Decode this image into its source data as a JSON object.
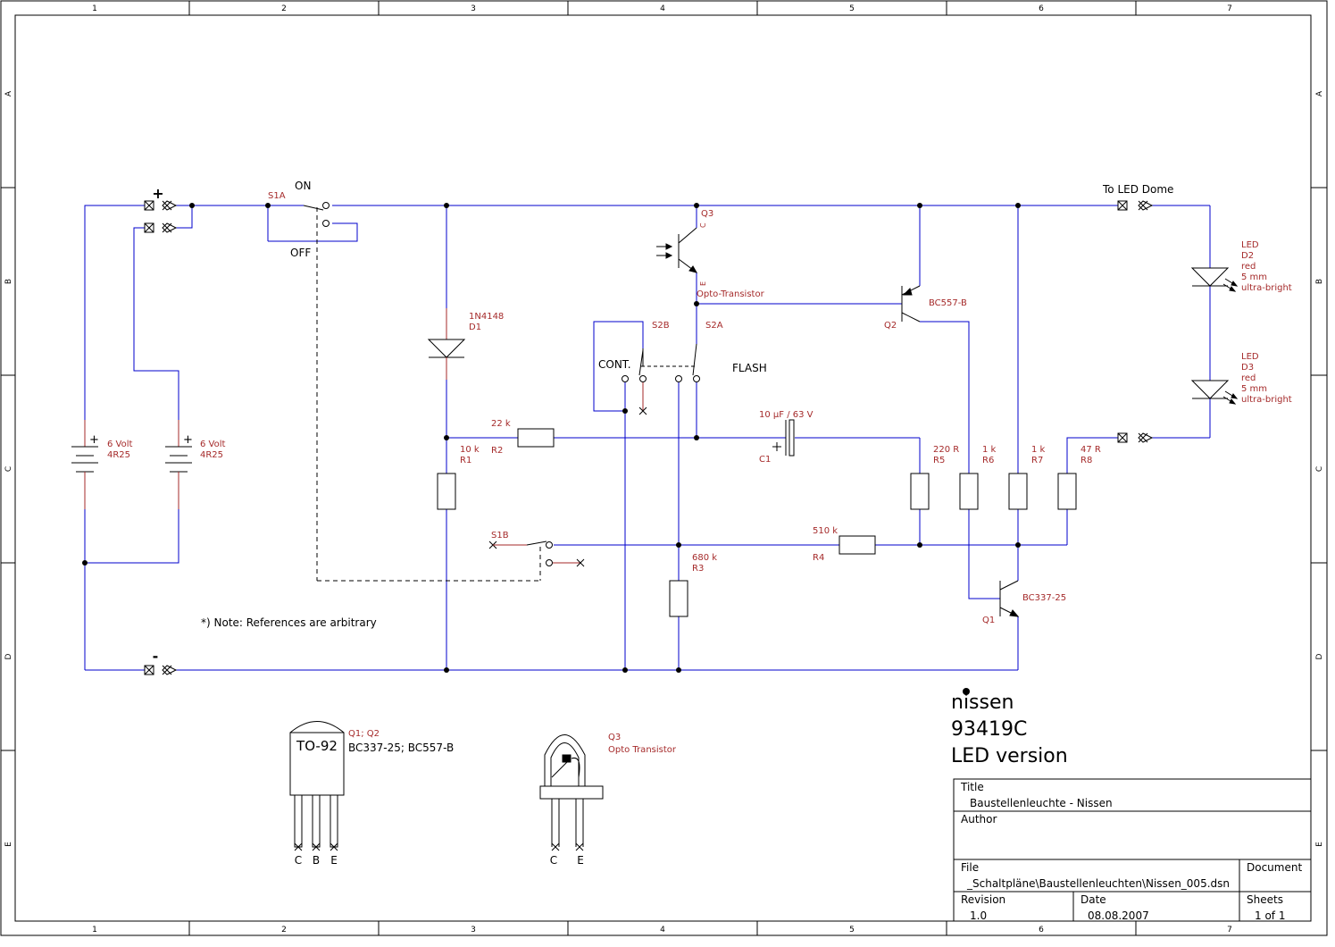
{
  "frame": {
    "columns": [
      "1",
      "2",
      "3",
      "4",
      "5",
      "6",
      "7"
    ],
    "rows": [
      "A",
      "B",
      "C",
      "D",
      "E"
    ]
  },
  "colors": {
    "wire": "#0000cc",
    "component_label": "#a52a2a",
    "outline": "#000000"
  },
  "labels": {
    "plus": "+",
    "minus": "-",
    "switch_on": "ON",
    "switch_off": "OFF",
    "s1a": "S1A",
    "s1b": "S1B",
    "s2a": "S2A",
    "s2b": "S2B",
    "cont": "CONT.",
    "flash": "FLASH",
    "to_led_dome": "To LED Dome",
    "note": "*) Note: References are arbitrary"
  },
  "components": {
    "bat1": {
      "value": "6 Volt",
      "type": "4R25"
    },
    "bat2": {
      "value": "6 Volt",
      "type": "4R25"
    },
    "d1": {
      "ref": "D1",
      "value": "1N4148"
    },
    "r1": {
      "ref": "R1",
      "value": "10 k"
    },
    "r2": {
      "ref": "R2",
      "value": "22 k"
    },
    "r3": {
      "ref": "R3",
      "value": "680 k"
    },
    "r4": {
      "ref": "R4",
      "value": "510 k"
    },
    "r5": {
      "ref": "R5",
      "value": "220 R"
    },
    "r6": {
      "ref": "R6",
      "value": "1 k"
    },
    "r7": {
      "ref": "R7",
      "value": "1 k"
    },
    "r8": {
      "ref": "R8",
      "value": "47 R"
    },
    "c1": {
      "ref": "C1",
      "value": "10 µF / 63 V"
    },
    "q1": {
      "ref": "Q1",
      "value": "BC337-25"
    },
    "q2": {
      "ref": "Q2",
      "value": "BC557-B"
    },
    "q3": {
      "ref": "Q3",
      "value": "Opto-Transistor",
      "pin_c": "C",
      "pin_e": "E"
    },
    "d2": {
      "l1": "LED",
      "ref": "D2",
      "color": "red",
      "size": "5 mm",
      "desc": "ultra-bright"
    },
    "d3": {
      "l1": "LED",
      "ref": "D3",
      "color": "red",
      "size": "5 mm",
      "desc": "ultra-bright"
    }
  },
  "packages": {
    "to92": {
      "name": "TO-92",
      "refs": "Q1; Q2",
      "parts": "BC337-25; BC557-B",
      "pins": [
        "C",
        "B",
        "E"
      ]
    },
    "opto": {
      "ref": "Q3",
      "desc": "Opto Transistor",
      "pins": [
        "C",
        "E"
      ]
    }
  },
  "brand": {
    "logo": "nissen",
    "model": "93419C",
    "version": "LED version"
  },
  "title_block": {
    "title_label": "Title",
    "title": "Baustellenleuchte - Nissen",
    "author_label": "Author",
    "author": "",
    "file_label": "File",
    "file": "_Schaltpläne\\Baustellenleuchten\\Nissen_005.dsn",
    "document_label": "Document",
    "revision_label": "Revision",
    "revision": "1.0",
    "date_label": "Date",
    "date": "08.08.2007",
    "sheets_label": "Sheets",
    "sheets": "1 of 1"
  }
}
